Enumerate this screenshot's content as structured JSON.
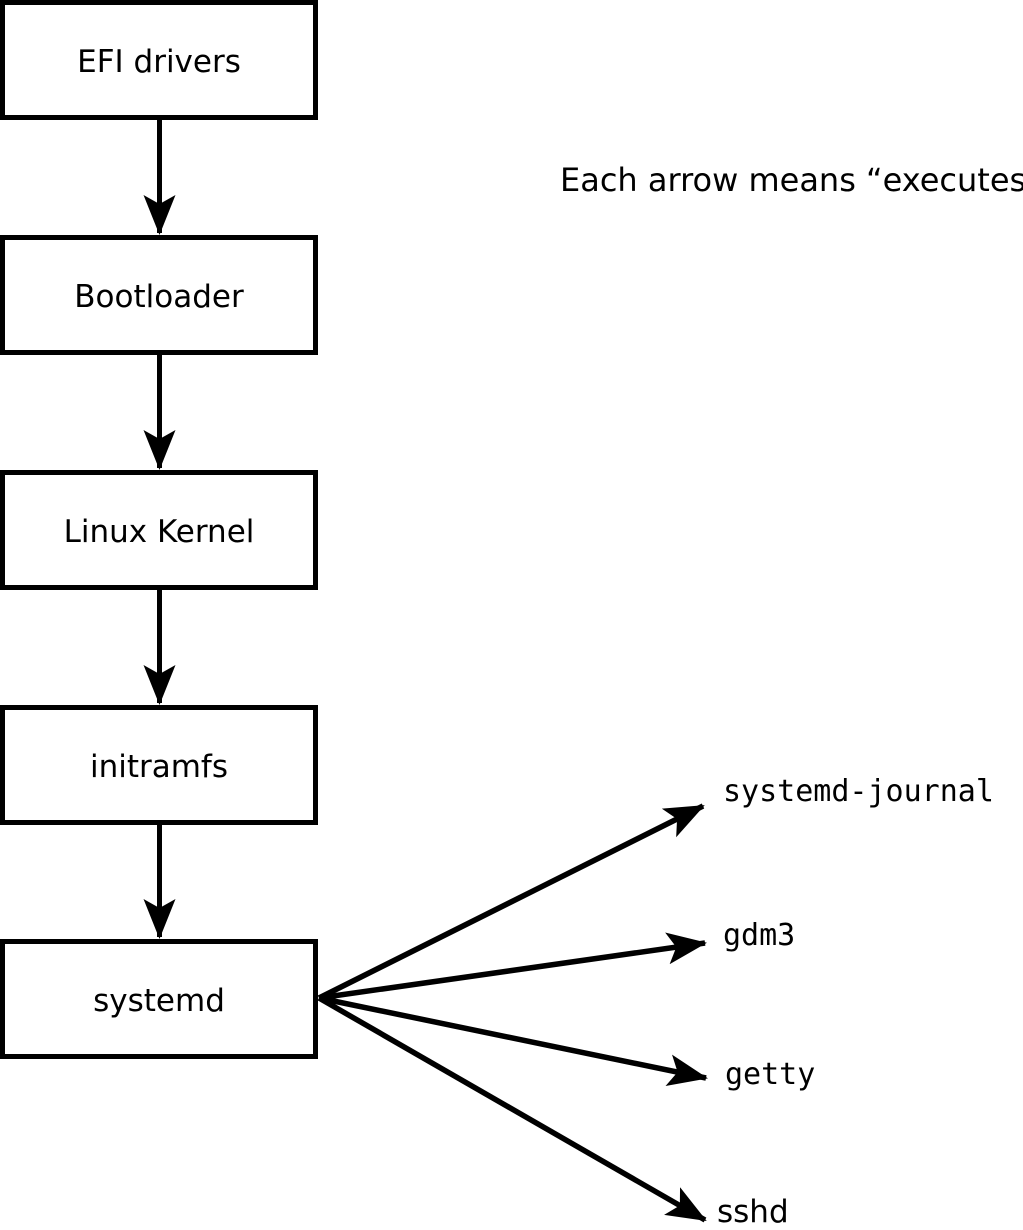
{
  "note": "Each arrow means “executes”.",
  "colors": {
    "line": "#000000",
    "background": "#ffffff",
    "box_fill": "#ffffff"
  },
  "flow": {
    "boxes": [
      {
        "label": "EFI drivers"
      },
      {
        "label": "Bootloader"
      },
      {
        "label": "Linux Kernel"
      },
      {
        "label": "initramfs"
      },
      {
        "label": "systemd"
      }
    ],
    "arrow_meaning": "executes"
  },
  "spawned": [
    {
      "label": "systemd-journal"
    },
    {
      "label": "gdm3"
    },
    {
      "label": "getty"
    },
    {
      "label": "sshd"
    }
  ]
}
